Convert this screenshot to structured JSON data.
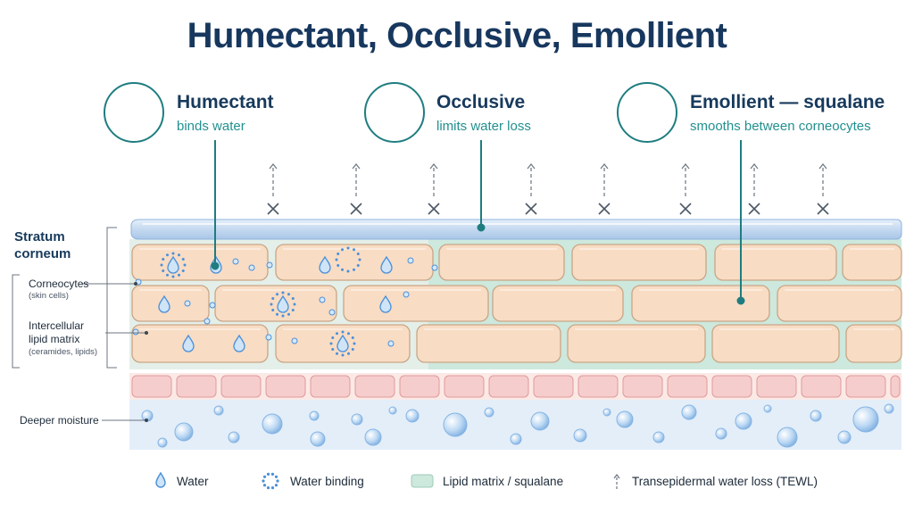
{
  "title": "Humectant, Occlusive, Emollient",
  "categories": [
    {
      "title": "Humectant",
      "subtitle": "binds water",
      "icon": "water-drop-icon"
    },
    {
      "title": "Occlusive",
      "subtitle": "limits water loss",
      "icon": "barrier-arrows-icon"
    },
    {
      "title": "Emollient — squalane",
      "subtitle": "smooths between corneocytes",
      "icon": "wavy-layers-icon"
    }
  ],
  "side_labels": {
    "stratum_corneum": "Stratum corneum",
    "corneocytes": "Corneocytes",
    "corneocytes_note": "(skin cells)",
    "lipid_matrix": "Intercellular lipid matrix",
    "lipid_matrix_note": "(ceramides, lipids)",
    "deeper_moisture": "Deeper moisture"
  },
  "legend": [
    {
      "label": "Water",
      "icon": "water-drop-icon"
    },
    {
      "label": "Water binding",
      "icon": "water-binding-icon"
    },
    {
      "label": "Lipid matrix / squalane",
      "icon": "lipid-swatch-icon"
    },
    {
      "label": "Transepidermal water loss (TEWL)",
      "icon": "tewl-arrow-icon"
    }
  ],
  "colors": {
    "title": "#17375e",
    "accent_teal": "#1f7d80",
    "subtitle_teal": "#22908f",
    "occlusive_film": "#c9dcf2",
    "corneocyte_fill": "#f8dcc4",
    "corneocyte_stroke": "#c9a686",
    "lipid_matrix": "#cde8dd",
    "living_cells": "#f6cdcd",
    "deeper_moisture": "#e3eef9",
    "water_drop": "#4a90d9"
  }
}
